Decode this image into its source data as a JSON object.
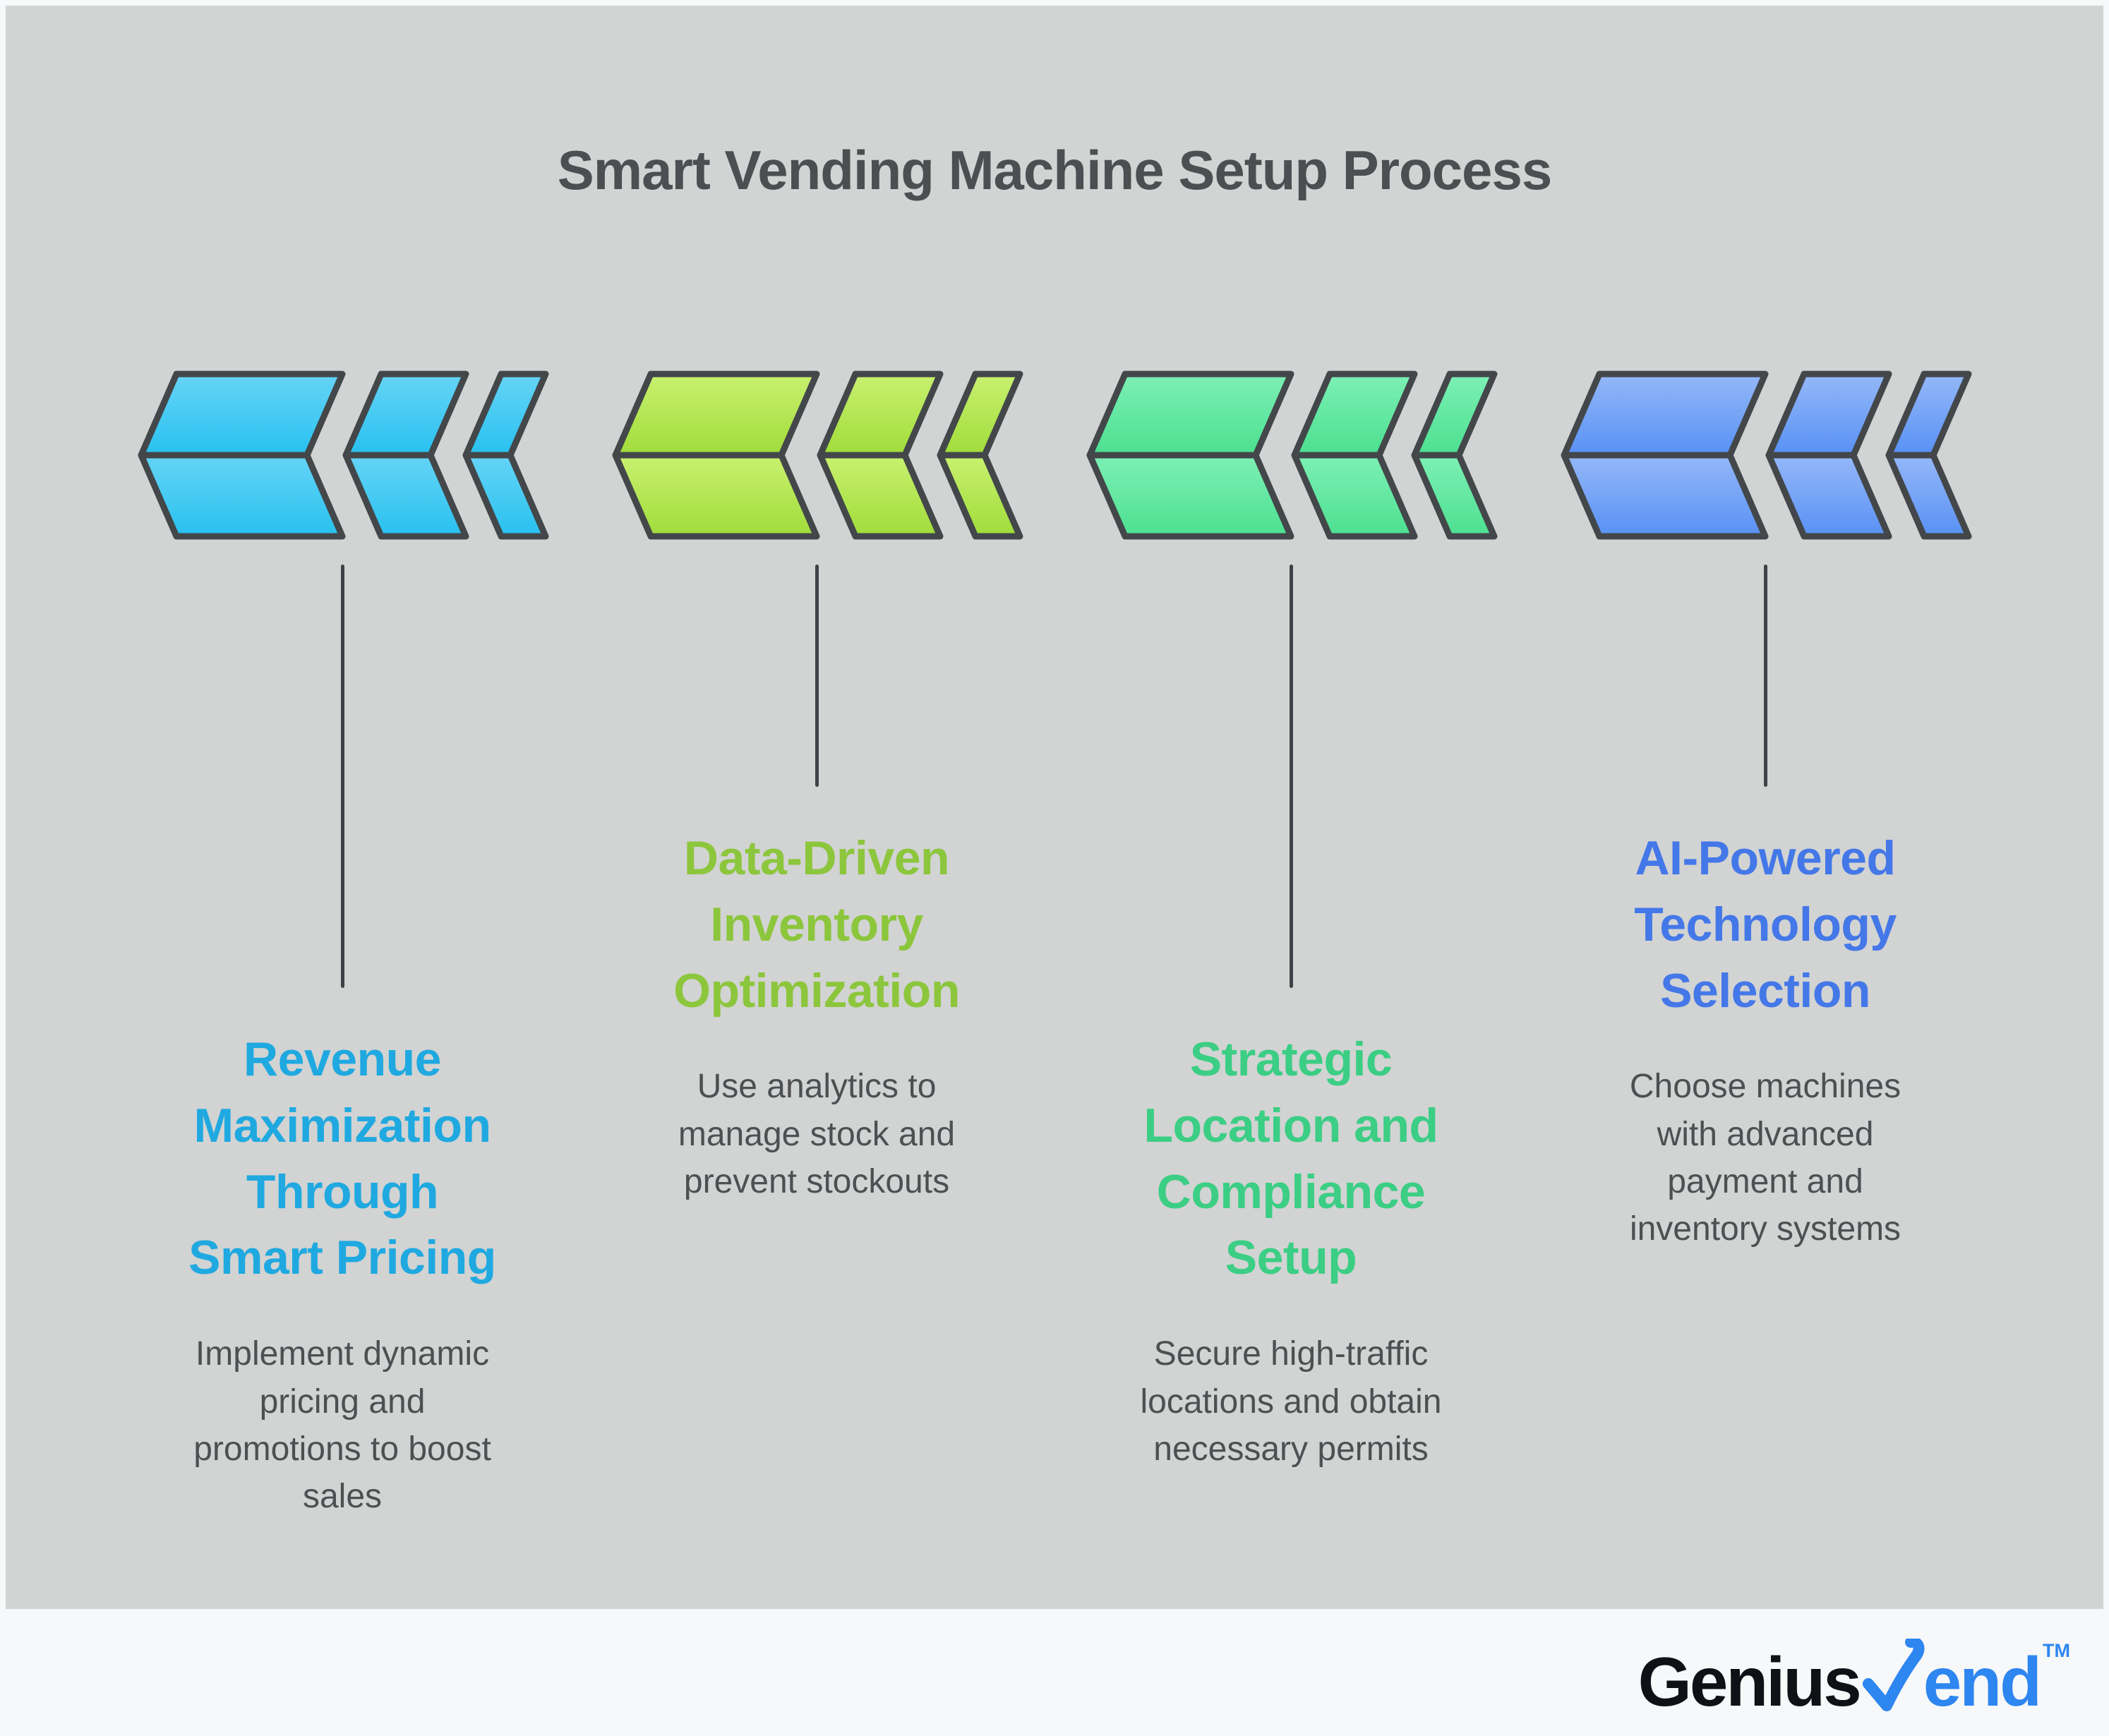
{
  "title": "Smart Vending Machine Setup Process",
  "colors": {
    "panel-bg": "#d2d3d3",
    "page-bg": "#f7f8fa",
    "arrow-stroke": "#43474a",
    "connector": "#3f4246",
    "title-color": "#4c4e51",
    "desc-color": "#4d4f52",
    "logo-black": "#0e1116",
    "logo-blue": "#2e86f0"
  },
  "steps": [
    {
      "heading": "Revenue\nMaximization\nThrough\nSmart Pricing",
      "description": "Implement dynamic\npricing and\npromotions to boost\nsales",
      "heading_color": "#1fa9e0",
      "gradient_top": "#66d4f6",
      "gradient_bottom": "#28c1f0"
    },
    {
      "heading": "Data-Driven\nInventory\nOptimization",
      "description": "Use analytics to\nmanage stock and\nprevent stockouts",
      "heading_color": "#8cc63c",
      "gradient_top": "#c9f170",
      "gradient_bottom": "#a0dc3a"
    },
    {
      "heading": "Strategic\nLocation and\nCompliance\nSetup",
      "description": "Secure high-traffic\nlocations and obtain\nnecessary permits",
      "heading_color": "#3bce84",
      "gradient_top": "#7df0b5",
      "gradient_bottom": "#4ce090"
    },
    {
      "heading": "AI-Powered\nTechnology\nSelection",
      "description": "Choose machines\nwith advanced\npayment and\ninventory systems",
      "heading_color": "#4478e8",
      "gradient_top": "#95b8f8",
      "gradient_bottom": "#5891f5"
    }
  ],
  "logo": {
    "text_black": "Genius",
    "text_blue": "end",
    "trademark": "TM"
  }
}
